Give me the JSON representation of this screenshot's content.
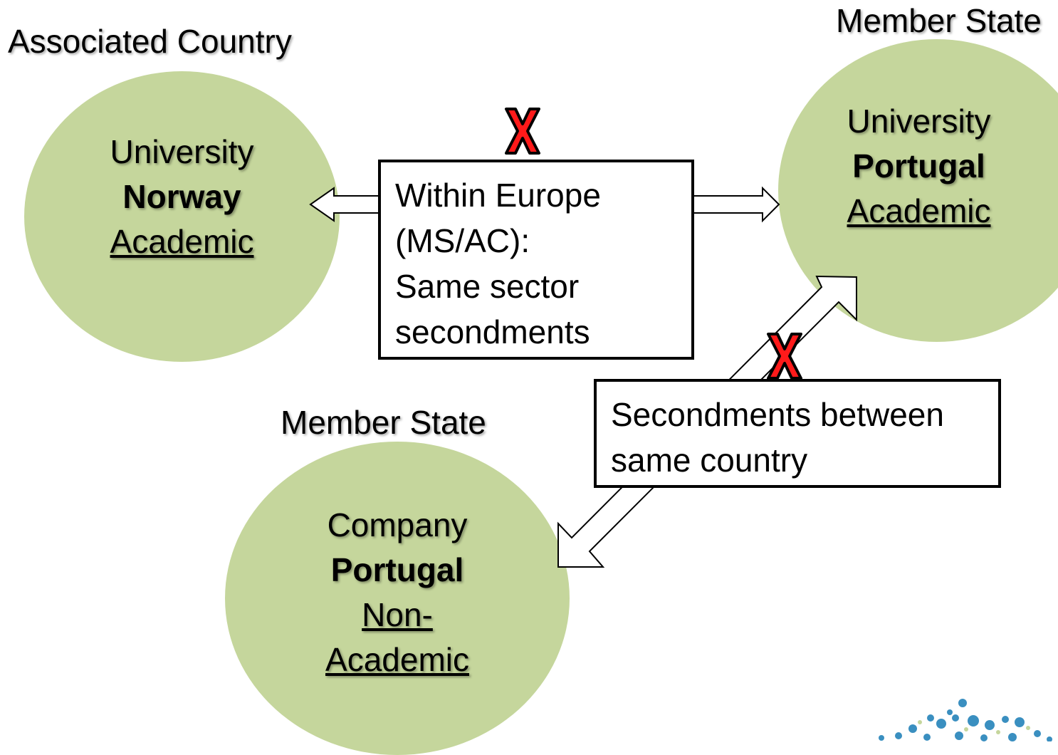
{
  "colors": {
    "circle_fill": "#c5d69c",
    "box_border": "#000000",
    "cross_red": "#ff1a1a"
  },
  "labels": {
    "associated_country": "Associated Country",
    "member_state_top": "Member State",
    "member_state_bottom": "Member State"
  },
  "nodes": {
    "norway": {
      "line1": "University",
      "line2": "Norway",
      "line3": "Academic"
    },
    "portugal_uni": {
      "line1": "University",
      "line2": "Portugal",
      "line3": "Academic"
    },
    "portugal_company": {
      "line1": "Company",
      "line2": "Portugal",
      "line3": "Non-",
      "line4": "Academic"
    }
  },
  "boxes": {
    "same_sector": {
      "lines": [
        "Within Europe",
        "(MS/AC):",
        "Same sector",
        "secondments"
      ]
    },
    "same_country": {
      "lines": [
        "Secondments between",
        "same country"
      ]
    }
  },
  "icons": {
    "cross_top": "cross-icon",
    "cross_bottom": "cross-icon",
    "logo": "network-logo"
  }
}
